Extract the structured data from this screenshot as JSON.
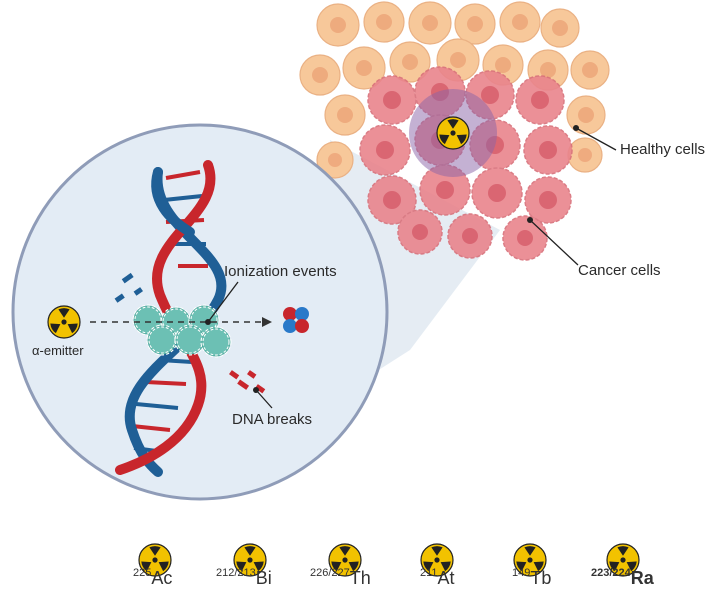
{
  "labels": {
    "healthy_cells": "Healthy cells",
    "cancer_cells": "Cancer cells",
    "ionization_events": "Ionization events",
    "alpha_emitter": "α-emitter",
    "dna_breaks": "DNA breaks"
  },
  "isotopes": [
    {
      "mass": "225",
      "symbol": "Ac",
      "bold": false
    },
    {
      "mass": "212/213",
      "symbol": "Bi",
      "bold": false
    },
    {
      "mass": "226/227",
      "symbol": "Th",
      "bold": false
    },
    {
      "mass": "211",
      "symbol": "At",
      "bold": false
    },
    {
      "mass": "149",
      "symbol": "Tb",
      "bold": false
    },
    {
      "mass": "223/224",
      "symbol": "Ra",
      "bold": true
    }
  ],
  "colors": {
    "healthy_cell": "#f7c89a",
    "healthy_nucleus": "#eda67a",
    "cancer_cell": "#e9848c",
    "cancer_nucleus": "#d55866",
    "zoom_circle_fill": "#e3ecf5",
    "zoom_circle_stroke": "#8f9cb8",
    "dna_red": "#c8262c",
    "dna_blue": "#1f5f96",
    "ionization": "#6cc0b4",
    "radiation_yellow": "#f2c200"
  }
}
